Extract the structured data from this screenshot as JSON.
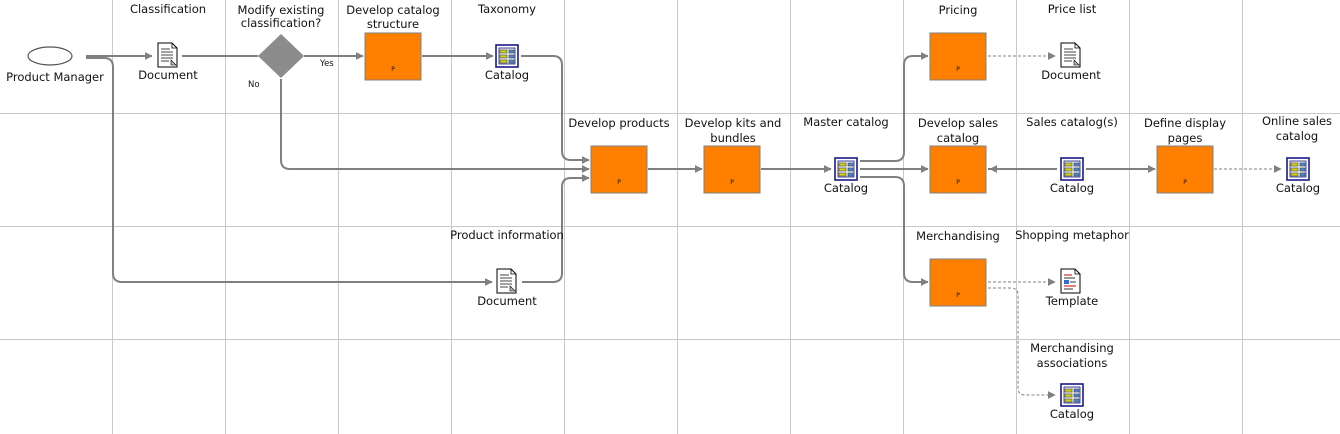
{
  "actor": {
    "label": "Product Manager"
  },
  "decision": {
    "label_line1": "Modify existing",
    "label_line2": "classification?",
    "yes_label": "Yes",
    "no_label": "No"
  },
  "headers": [
    {
      "id": "h-classification",
      "lines": [
        "Classification"
      ]
    },
    {
      "id": "h-develop-catalog",
      "lines": [
        "Develop catalog",
        "structure"
      ]
    },
    {
      "id": "h-taxonomy",
      "lines": [
        "Taxonomy"
      ]
    },
    {
      "id": "h-pricing",
      "lines": [
        "Pricing"
      ]
    },
    {
      "id": "h-price-list",
      "lines": [
        "Price list"
      ]
    },
    {
      "id": "h-develop-products",
      "lines": [
        "Develop products"
      ]
    },
    {
      "id": "h-develop-kits",
      "lines": [
        "Develop kits and",
        "bundles"
      ]
    },
    {
      "id": "h-master-catalog",
      "lines": [
        "Master catalog"
      ]
    },
    {
      "id": "h-develop-sales",
      "lines": [
        "Develop sales",
        "catalog"
      ]
    },
    {
      "id": "h-sales-catalogs",
      "lines": [
        "Sales catalog(s)"
      ]
    },
    {
      "id": "h-define-display",
      "lines": [
        "Define display",
        "pages"
      ]
    },
    {
      "id": "h-online-sales",
      "lines": [
        "Online sales",
        "catalog"
      ]
    },
    {
      "id": "h-product-info",
      "lines": [
        "Product information"
      ]
    },
    {
      "id": "h-merchandising",
      "lines": [
        "Merchandising"
      ]
    },
    {
      "id": "h-shopping-metaphor",
      "lines": [
        "Shopping metaphor"
      ]
    },
    {
      "id": "h-merch-assoc",
      "lines": [
        "Merchandising",
        "associations"
      ]
    }
  ],
  "process_marker": "P",
  "artifacts": [
    {
      "id": "doc-classification",
      "kind": "document",
      "label": "Document"
    },
    {
      "id": "cat-taxonomy",
      "kind": "catalog",
      "label": "Catalog"
    },
    {
      "id": "doc-price-list",
      "kind": "document",
      "label": "Document"
    },
    {
      "id": "cat-master",
      "kind": "catalog",
      "label": "Catalog"
    },
    {
      "id": "cat-sales",
      "kind": "catalog",
      "label": "Catalog"
    },
    {
      "id": "cat-online",
      "kind": "catalog",
      "label": "Catalog"
    },
    {
      "id": "doc-product-info",
      "kind": "document",
      "label": "Document"
    },
    {
      "id": "tpl-shopping",
      "kind": "template",
      "label": "Template"
    },
    {
      "id": "cat-merch",
      "kind": "catalog",
      "label": "Catalog"
    }
  ],
  "colors": {
    "process_fill": "#ff8000",
    "process_stroke": "#808080",
    "decision_fill": "#8c8c8c",
    "grid": "#c8c8c8",
    "connector": "#808080"
  }
}
